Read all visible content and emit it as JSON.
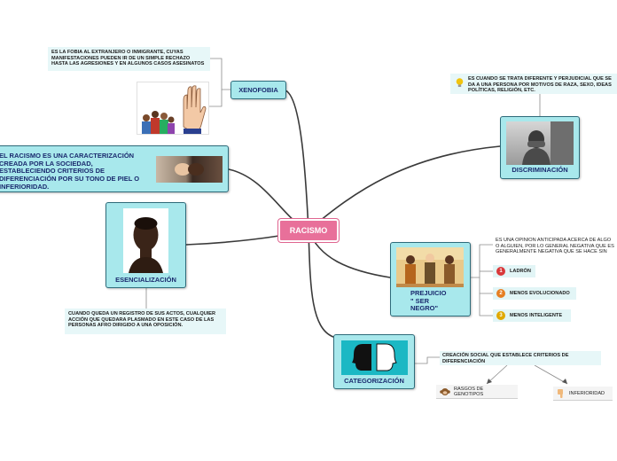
{
  "colors": {
    "central": "#e8709a",
    "main_fill": "#a8e8ec",
    "main_border": "#2e6b7a",
    "title_text": "#1a2a6e",
    "note_fill": "#e7f7f8",
    "connector": "#3a3a3a"
  },
  "central": {
    "label": "RACISMO"
  },
  "xenofobia": {
    "label": "XENOFOBIA",
    "note": "ES LA FOBIA AL EXTRANJERO O INMIGRANTE, CUYAS MANIFESTACIONES PUEDEN IR DE UN SIMPLE RECHAZO HASTA LAS AGRESIONES Y EN ALGUNOS CASOS ASESINATOS"
  },
  "definicion": {
    "text": "EL RACISMO ES UNA CARACTERIZACIÓN CREADA POR LA SOCIEDAD, ESTABLECIENDO CRITERIOS DE DIFERENCIACIÓN POR SU TONO DE PIEL O INFERIORIDAD."
  },
  "esencializacion": {
    "label": "ESENCIALIZACIÓN",
    "note": "CUANDO QUEDA UN REGISTRO DE SUS ACTOS, CUALQUIER ACCIÓN QUE QUEDARA PLASMADO EN ESTE CASO DE LAS PERSONAS AFRO DIRIGIDO A UNA OPOSICIÓN."
  },
  "discriminacion": {
    "label": "DISCRIMINACIÓN",
    "note": "ES CUANDO SE TRATA DIFERENTE Y  PERJUDICIAL QUE SE DA A UNA PERSONA POR MOTIVOS DE RAZA, SEXO, IDEAS POLÍTICAS, RELIGIÓN, ETC.",
    "note_icon": "lightbulb-icon"
  },
  "prejuicio": {
    "label": "PREJUICIO\n\" SER\nNEGRO\"",
    "note": "ES UNA OPINION ANTICIPADA ACERCA DE ALGO O ALGUIEN, POR LO GENERAL NEGATIVA QUE ES GENERALMENTE NEGATIVA QUE SE HACE SIN CONOCIMIENTO.",
    "items": [
      {
        "n": "1",
        "label": "LADRÓN",
        "color": "#d9383a"
      },
      {
        "n": "2",
        "label": "MENOS EVOLUCIONADO",
        "color": "#e67e22"
      },
      {
        "n": "3",
        "label": "MENOS INTELIGENTE",
        "color": "#e0a800"
      }
    ]
  },
  "categorizacion": {
    "label": "CATEGORIZACIÓN",
    "note": "CREACIÓN SOCIAL QUE ESTABLECE CRITERIOS DE DIFERENCIACIÓN",
    "leaves": [
      {
        "label": "RASGOS DE GENOTIPOS",
        "icon": "monkey-icon"
      },
      {
        "label": "INFERIORIDAD",
        "icon": "thumbs-down-icon"
      }
    ]
  }
}
